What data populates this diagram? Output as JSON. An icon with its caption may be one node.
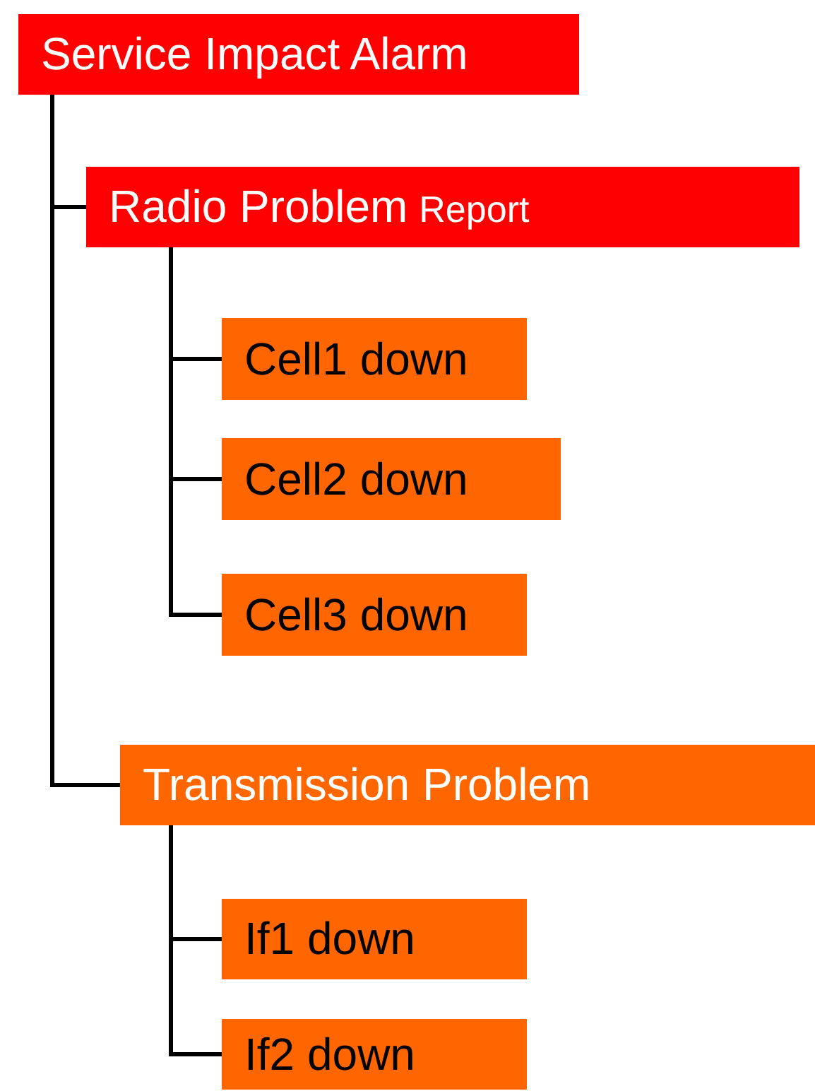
{
  "diagram": {
    "nodes": [
      {
        "text": [
          "Service Impact Alarm"
        ]
      },
      {
        "text": [
          "Radio Problem",
          "Report"
        ]
      },
      {
        "text": [
          "Cell1 down"
        ]
      },
      {
        "text": [
          "Cell2 down"
        ]
      },
      {
        "text": [
          "Cell3 down"
        ]
      },
      {
        "text": [
          "Transmission Problem"
        ]
      },
      {
        "text": [
          "If1 down"
        ]
      },
      {
        "text": [
          "If2 down"
        ]
      }
    ],
    "edges": [
      {
        "from": 0,
        "to": 1,
        "arrow": "none"
      },
      {
        "from": 1,
        "to": 2,
        "arrow": "none"
      },
      {
        "from": 1,
        "to": 3,
        "arrow": "none"
      },
      {
        "from": 1,
        "to": 4,
        "arrow": "none"
      },
      {
        "from": 0,
        "to": 5,
        "arrow": "none"
      },
      {
        "from": 5,
        "to": 6,
        "arrow": "none"
      },
      {
        "from": 5,
        "to": 7,
        "arrow": "none"
      }
    ]
  }
}
